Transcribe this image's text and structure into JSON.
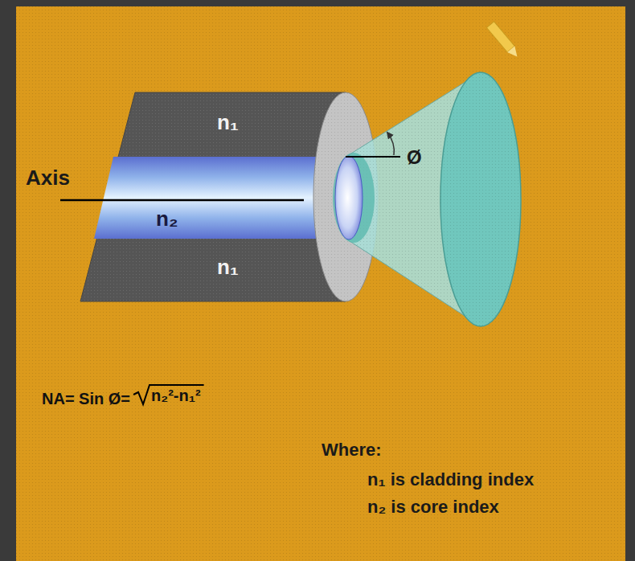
{
  "diagram": {
    "labels": [
      "n₁",
      "n₂",
      "n₁",
      "Axis",
      "Ø",
      "NA= Sin Ø=",
      "n₂²-n₁²",
      "Where:",
      "n₁ is cladding index",
      "n₂ is core index"
    ]
  }
}
